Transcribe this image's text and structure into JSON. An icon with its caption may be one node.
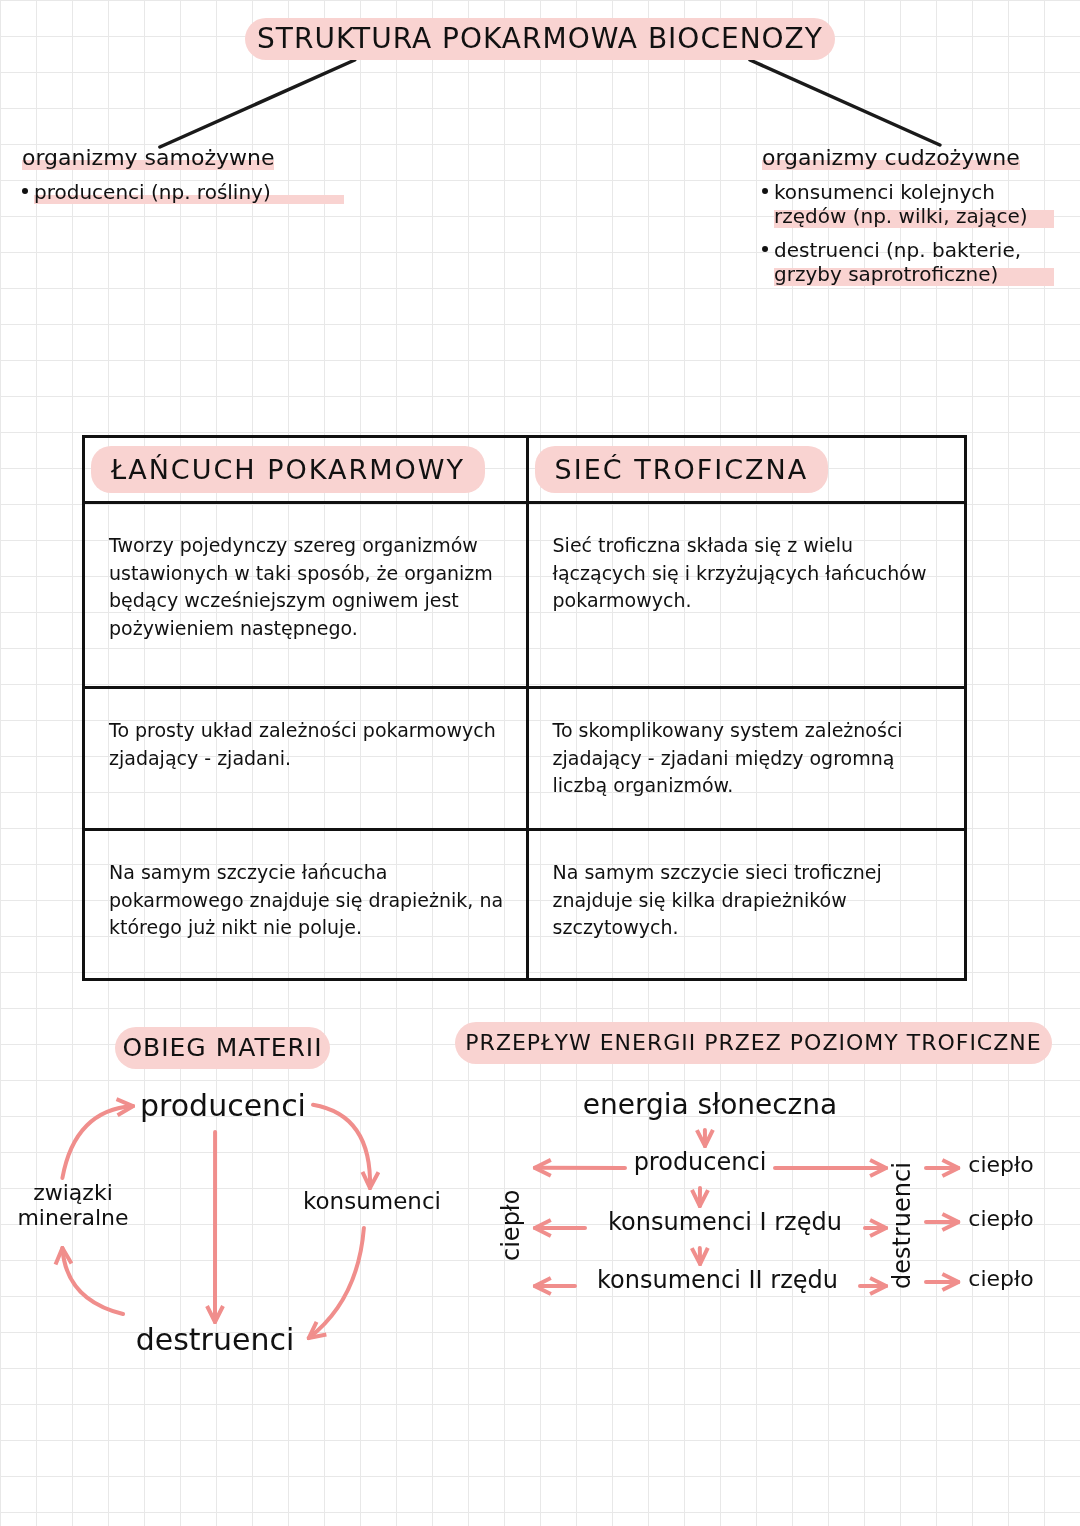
{
  "diagram": {
    "nodes": [
      {
        "text": [
          "STRUKTURA POKARMOWA BIOCENOZY"
        ]
      },
      {
        "text": [
          "organizmy samożywne",
          "producenci (np. rośliny)"
        ]
      },
      {
        "text": [
          "organizmy cudzożywne",
          "konsumenci kolejnych rzędów (np. wilki, zające)",
          "destruenci (np. bakterie, grzyby saprotroficzne)"
        ]
      },
      {
        "text": [
          "producenci"
        ]
      },
      {
        "text": [
          "konsumenci"
        ]
      },
      {
        "text": [
          "destruenci"
        ]
      },
      {
        "text": [
          "związki mineralne"
        ]
      },
      {
        "text": [
          "energia słoneczna"
        ]
      },
      {
        "text": [
          "producenci"
        ]
      },
      {
        "text": [
          "konsumenci I rzędu"
        ]
      },
      {
        "text": [
          "konsumenci II rzędu"
        ]
      },
      {
        "text": [
          "ciepło"
        ]
      },
      {
        "text": [
          "destruenci"
        ]
      },
      {
        "text": [
          "ciepło"
        ]
      },
      {
        "text": [
          "ciepło"
        ]
      },
      {
        "text": [
          "ciepło"
        ]
      },
      {
        "text": [
          "OBIEG MATERII"
        ]
      },
      {
        "text": [
          "PRZEPŁYW ENERGII PRZEZ POZIOMY TROFICZNE"
        ]
      }
    ],
    "edges": [
      {
        "from": 0,
        "to": 1,
        "arrow": "none",
        "color": "#1a1a1a"
      },
      {
        "from": 0,
        "to": 2,
        "arrow": "none",
        "color": "#1a1a1a"
      },
      {
        "from": 3,
        "to": 4,
        "arrow": "to"
      },
      {
        "from": 3,
        "to": 5,
        "arrow": "to"
      },
      {
        "from": 4,
        "to": 5,
        "arrow": "to"
      },
      {
        "from": 5,
        "to": 6,
        "arrow": "to"
      },
      {
        "from": 6,
        "to": 3,
        "arrow": "to"
      },
      {
        "from": 7,
        "to": 8,
        "arrow": "to"
      },
      {
        "from": 8,
        "to": 9,
        "arrow": "to"
      },
      {
        "from": 9,
        "to": 10,
        "arrow": "to"
      },
      {
        "from": 8,
        "to": 11,
        "arrow": "to"
      },
      {
        "from": 9,
        "to": 11,
        "arrow": "to"
      },
      {
        "from": 10,
        "to": 11,
        "arrow": "to"
      },
      {
        "from": 8,
        "to": 12,
        "arrow": "to"
      },
      {
        "from": 9,
        "to": 12,
        "arrow": "to"
      },
      {
        "from": 10,
        "to": 12,
        "arrow": "to"
      },
      {
        "from": 12,
        "to": 13,
        "arrow": "to"
      },
      {
        "from": 12,
        "to": 14,
        "arrow": "to"
      },
      {
        "from": 12,
        "to": 15,
        "arrow": "to"
      }
    ],
    "labels": [
      "ŁAŃCUCH POKARMOWY",
      "SIEĆ TROFICZNA",
      "Tworzy pojedynczy szereg organizmów ustawionych w taki sposób, że organizm będący wcześniejszym ogniwem jest pożywieniem następnego.",
      "Sieć troficzna składa się z wielu łączących się i krzyżujących łańcuchów pokarmowych.",
      "To prosty układ zależności pokarmowych zjadający - zjadani.",
      "To skomplikowany system zależności zjadający - zjadani między ogromną liczbą organizmów.",
      "Na samym szczycie łańcucha pokarmowego znajduje się drapieżnik, na którego już nikt nie poluje.",
      "Na samym szczycie sieci troficznej znajduje się kilka drapieżników szczytowych."
    ]
  }
}
